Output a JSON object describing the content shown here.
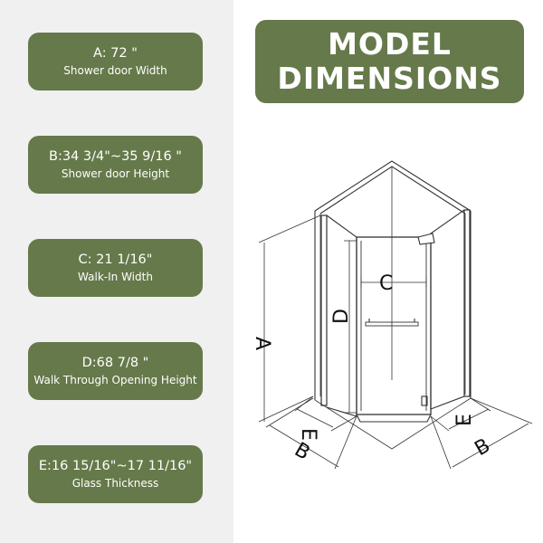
{
  "title": {
    "line1": "MODEL",
    "line2": "DIMENSIONS"
  },
  "dimensions": [
    {
      "value": "A: 72 \"",
      "description": "Shower door Width"
    },
    {
      "value": "B:34 3/4\"~35 9/16 \"",
      "description": "Shower door Height"
    },
    {
      "value": "C: 21 1/16\"",
      "description": "Walk-In Width"
    },
    {
      "value": "D:68 7/8 \"",
      "description": "Walk Through Opening Height"
    },
    {
      "value": "E:16 15/16\"~17 11/16\"",
      "description": "Glass Thickness"
    }
  ],
  "diagram_labels": {
    "a": "A",
    "b_left": "B",
    "b_right": "B",
    "c": "C",
    "d": "D",
    "e_left": "E",
    "e_right": "E"
  },
  "colors": {
    "card_green": "#66794a",
    "left_panel_bg": "#f0f0f0",
    "line": "#333333"
  }
}
